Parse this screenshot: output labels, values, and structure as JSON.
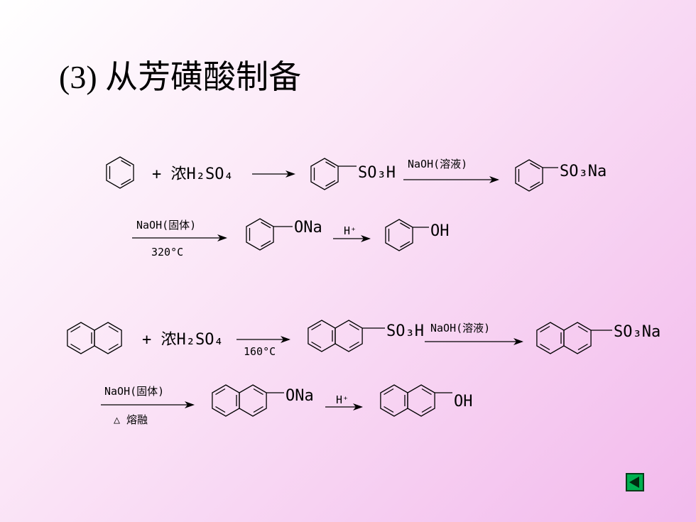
{
  "title": "(3) 从芳磺酸制备",
  "benzene": {
    "plus_reagent": "+ 浓H₂SO₄",
    "group_so3h": "SO₃H",
    "cond_naoh_solution": "NaOH(溶液)",
    "group_so3na": "SO₃Na",
    "cond_naoh_solid": "NaOH(固体)",
    "cond_temp": "320°C",
    "group_ona": "ONa",
    "cond_acid": "H⁺",
    "group_oh": "OH"
  },
  "naphthalene": {
    "plus_reagent": "+ 浓H₂SO₄",
    "cond_temp": "160°C",
    "group_so3h": "SO₃H",
    "cond_naoh_solution": "NaOH(溶液)",
    "group_so3na": "SO₃Na",
    "cond_naoh_solid": "NaOH(固体)",
    "cond_fusion": "△ 熔融",
    "group_ona": "ONa",
    "cond_acid": "H⁺",
    "group_oh": "OH"
  },
  "nav": {
    "back_icon": "back-triangle-icon"
  }
}
